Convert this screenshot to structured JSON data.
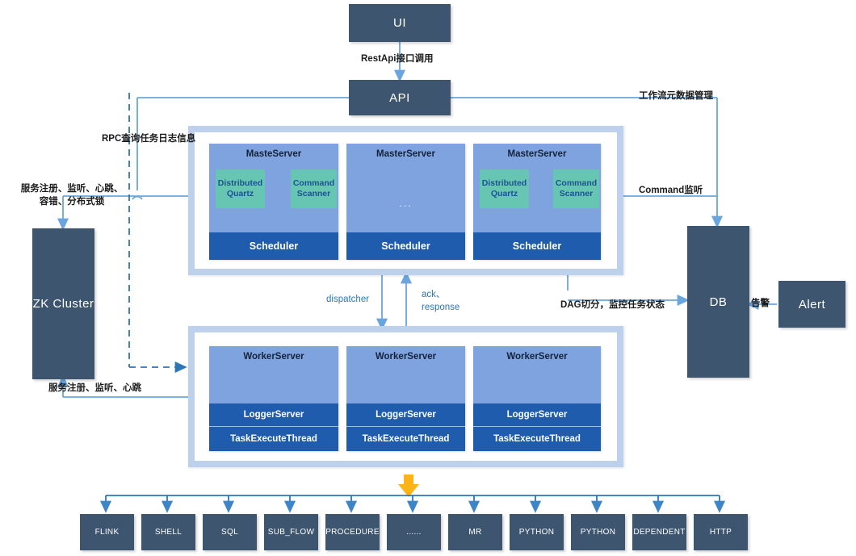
{
  "diagram": {
    "title": "DolphinScheduler Architecture",
    "colors": {
      "navy": "#3e5570",
      "light_blue": "#7fa3de",
      "deep_blue": "#1f5cad",
      "teal": "#66c6b1",
      "orange": "#fbb418",
      "line_blue": "#5b9bd5",
      "dashed_blue": "#2e75b6",
      "frame_blue": "#bdd0ec"
    },
    "nodes": {
      "ui": "UI",
      "api": "API",
      "zk_cluster": "ZK Cluster",
      "db": "DB",
      "alert": "Alert"
    },
    "master_group": {
      "servers": [
        {
          "title": "MasteServer",
          "quartz": "Distributed\nQuartz",
          "quartz_line1": "Distributed",
          "quartz_line2": "Quartz",
          "scanner_line1": "Command",
          "scanner_line2": "Scanner",
          "scheduler": "Scheduler",
          "has_inner": true,
          "placeholder": ""
        },
        {
          "title": "MasterServer",
          "scheduler": "Scheduler",
          "has_inner": false,
          "placeholder": "..."
        },
        {
          "title": "MasterServer",
          "quartz_line1": "Distributed",
          "quartz_line2": "Quartz",
          "scanner_line1": "Command",
          "scanner_line2": "Scanner",
          "scheduler": "Scheduler",
          "has_inner": true,
          "placeholder": ""
        }
      ]
    },
    "worker_group": {
      "servers": [
        {
          "title": "WorkerServer",
          "logger": "LoggerServer",
          "task": "TaskExecuteThread"
        },
        {
          "title": "WorkerServer",
          "logger": "LoggerServer",
          "task": "TaskExecuteThread"
        },
        {
          "title": "WorkerServer",
          "logger": "LoggerServer",
          "task": "TaskExecuteThread"
        }
      ]
    },
    "task_types": [
      "FLINK",
      "SHELL",
      "SQL",
      "SUB_FLOW",
      "PROCEDURE",
      "......",
      "MR",
      "PYTHON",
      "PYTHON",
      "DEPENDENT",
      "HTTP"
    ],
    "labels": {
      "rest_api": "RestApi接口调用",
      "workflow_meta": "工作流元数据管理",
      "rpc_query_log": "RPC查询任务日志信息",
      "zk_register_top_line1": "服务注册、监听、心跳、",
      "zk_register_top_line2": "容错、分布式锁",
      "zk_register_bottom": "服务注册、监听、心跳",
      "command_listen": "Command监听",
      "dispatcher": "dispatcher",
      "ack_line1": "ack、",
      "ack_line2": "response",
      "dag_monitor": "DAG切分，监控任务状态",
      "alert_warn": "告警"
    }
  }
}
